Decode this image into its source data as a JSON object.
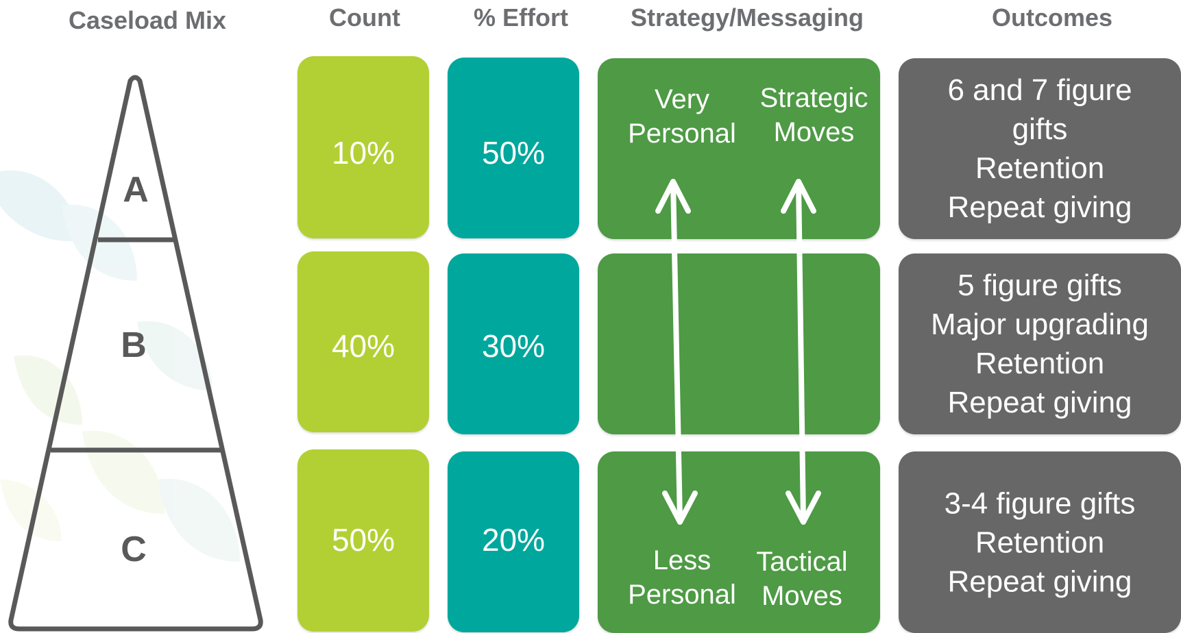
{
  "headers": {
    "caseload_mix": "Caseload Mix",
    "count": "Count",
    "effort": "% Effort",
    "strategy": "Strategy/Messaging",
    "outcomes": "Outcomes"
  },
  "tiers": [
    "A",
    "B",
    "C"
  ],
  "rows": [
    {
      "count": "10%",
      "effort": "50%",
      "outcomes": [
        "6 and 7 figure",
        "gifts",
        "Retention",
        "Repeat giving"
      ]
    },
    {
      "count": "40%",
      "effort": "30%",
      "outcomes": [
        "5 figure gifts",
        "Major upgrading",
        "Retention",
        "Repeat giving"
      ]
    },
    {
      "count": "50%",
      "effort": "20%",
      "outcomes": [
        "3-4 figure gifts",
        "Retention",
        "Repeat giving"
      ]
    }
  ],
  "strategy": {
    "top_left": [
      "Very",
      "Personal"
    ],
    "top_right": [
      "Strategic",
      "Moves"
    ],
    "bottom_left": [
      "Less",
      "Personal"
    ],
    "bottom_right": [
      "Tactical",
      "Moves"
    ]
  },
  "colors": {
    "count": "#b2d033",
    "effort": "#00a79c",
    "strategy": "#4e9a45",
    "outcomes": "#676767",
    "header_text": "#6d6e71",
    "triangle_stroke": "#595959"
  }
}
